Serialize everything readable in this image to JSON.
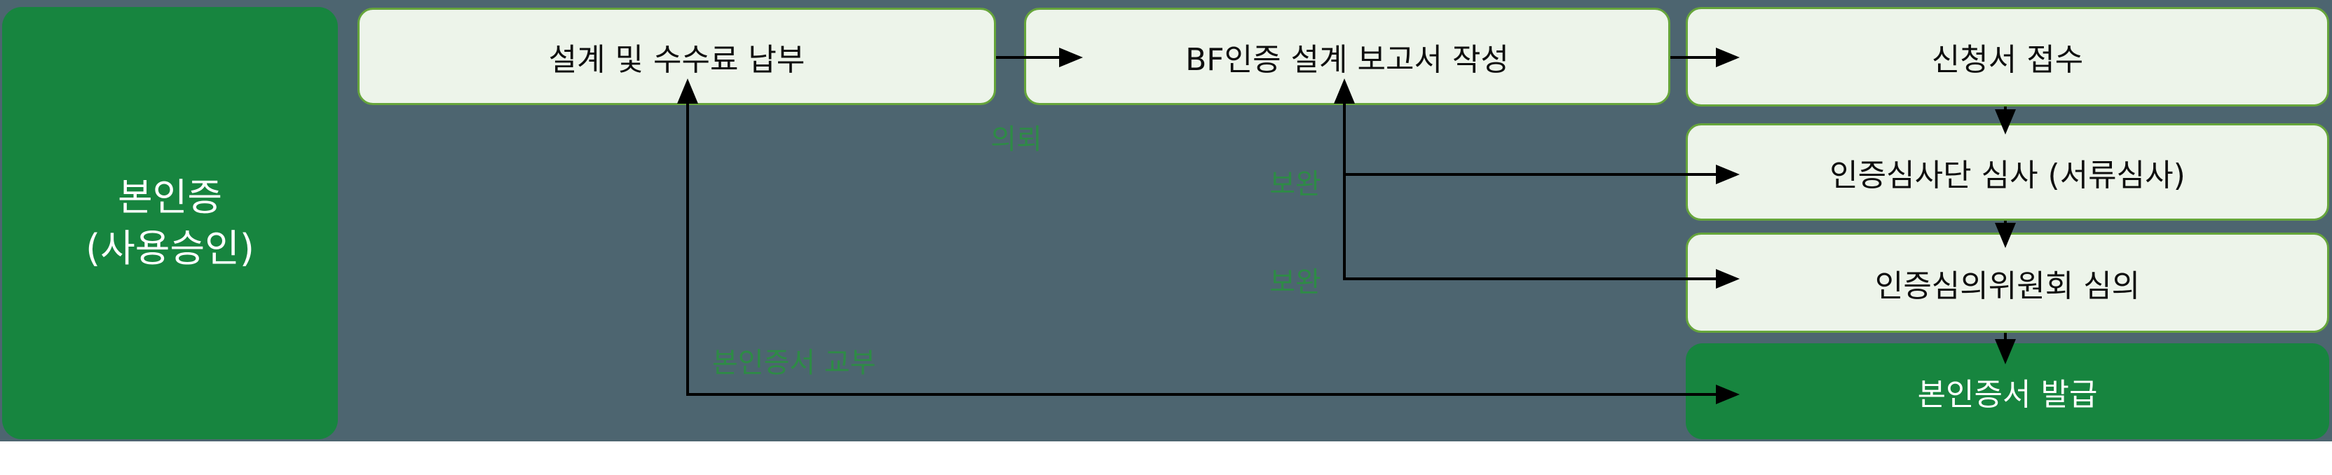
{
  "stage": {
    "line1": "본인증",
    "line2": "(사용승인)"
  },
  "nodes": [
    {
      "id": "design-fee-payment",
      "label": "설계 및 수수료 납부"
    },
    {
      "id": "bf-design-report",
      "label": "BF인증 설계 보고서 작성"
    },
    {
      "id": "application-receipt",
      "label": "신청서 접수"
    },
    {
      "id": "jury-document-review",
      "label": "인증심사단 심사 (서류심사)"
    },
    {
      "id": "committee-deliberation",
      "label": "인증심의위원회 심의"
    },
    {
      "id": "certificate-issuance",
      "label": "본인증서 발급"
    }
  ],
  "edge_labels": [
    {
      "id": "request",
      "label": "의뢰"
    },
    {
      "id": "supplement-to-jury",
      "label": "보완"
    },
    {
      "id": "supplement-to-committee",
      "label": "보완"
    },
    {
      "id": "certificate-delivery",
      "label": "본인증서 교부"
    }
  ],
  "colors": {
    "background_slate": "#4D6570",
    "page_white": "#FFFFFF",
    "accent_green": "#17853F",
    "node_fill": "#EDF4EA",
    "node_border": "#66A53B",
    "edge_label_green": "#2E8B46",
    "arrow_black": "#000000"
  }
}
